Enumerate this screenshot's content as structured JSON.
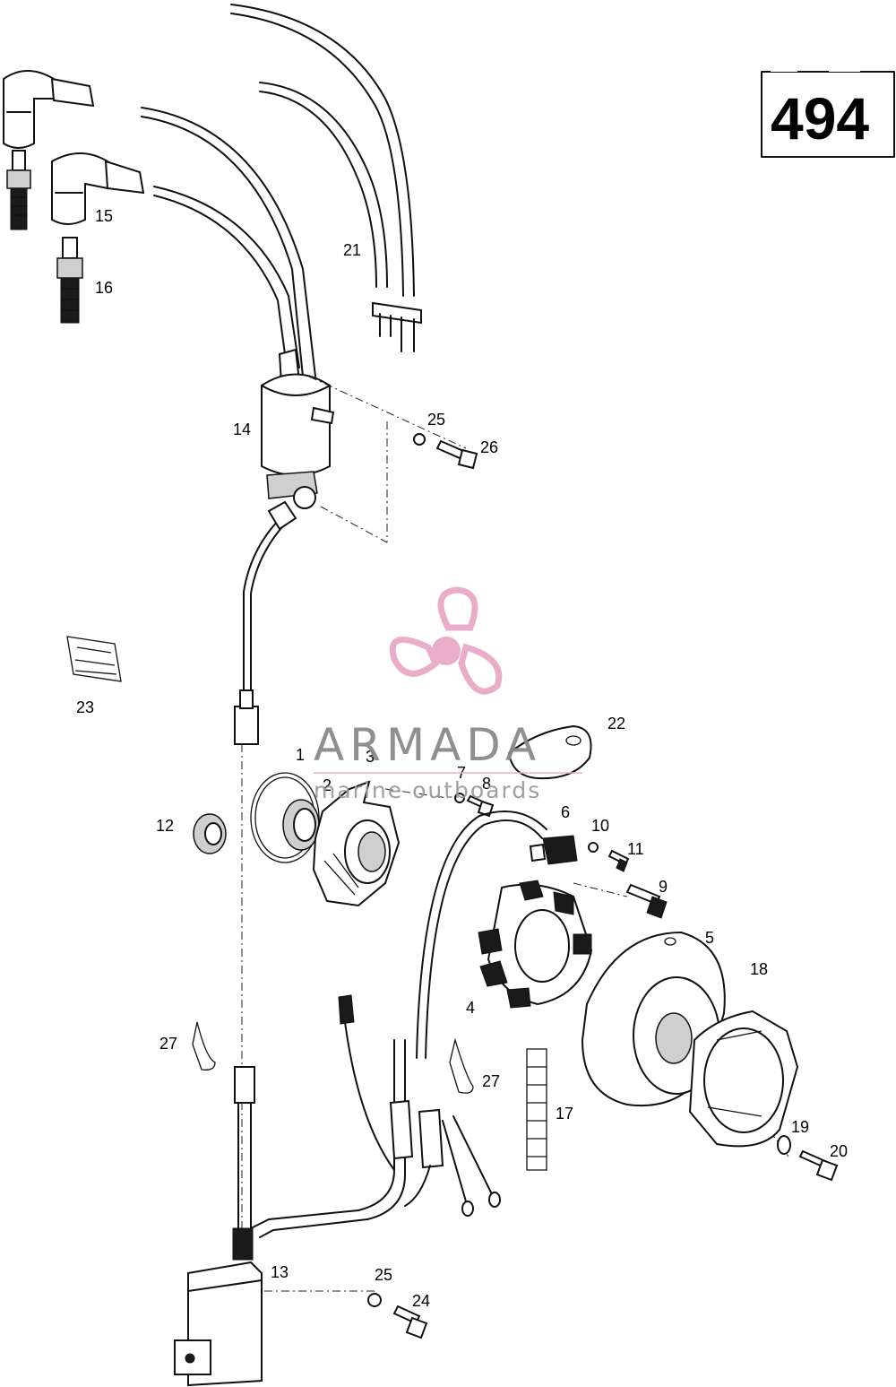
{
  "page_number": "494",
  "watermark": {
    "brand": "ARMADA",
    "tagline": "marine outboards",
    "accent_color": "#e8a9c9"
  },
  "callouts": [
    {
      "id": "c1",
      "text": "1"
    },
    {
      "id": "c2",
      "text": "2"
    },
    {
      "id": "c3",
      "text": "3"
    },
    {
      "id": "c4",
      "text": "4"
    },
    {
      "id": "c5",
      "text": "5"
    },
    {
      "id": "c6",
      "text": "6"
    },
    {
      "id": "c7",
      "text": "7"
    },
    {
      "id": "c8",
      "text": "8"
    },
    {
      "id": "c9",
      "text": "9"
    },
    {
      "id": "c10",
      "text": "10"
    },
    {
      "id": "c11",
      "text": "11"
    },
    {
      "id": "c12",
      "text": "12"
    },
    {
      "id": "c13",
      "text": "13"
    },
    {
      "id": "c14",
      "text": "14"
    },
    {
      "id": "c15",
      "text": "15"
    },
    {
      "id": "c16",
      "text": "16"
    },
    {
      "id": "c17",
      "text": "17"
    },
    {
      "id": "c18",
      "text": "18"
    },
    {
      "id": "c19",
      "text": "19"
    },
    {
      "id": "c20",
      "text": "20"
    },
    {
      "id": "c21",
      "text": "21"
    },
    {
      "id": "c22",
      "text": "22"
    },
    {
      "id": "c23",
      "text": "23"
    },
    {
      "id": "c24",
      "text": "24"
    },
    {
      "id": "c25a",
      "text": "25"
    },
    {
      "id": "c25b",
      "text": "25"
    },
    {
      "id": "c26",
      "text": "26"
    },
    {
      "id": "c27a",
      "text": "27"
    },
    {
      "id": "c27b",
      "text": "27"
    }
  ]
}
